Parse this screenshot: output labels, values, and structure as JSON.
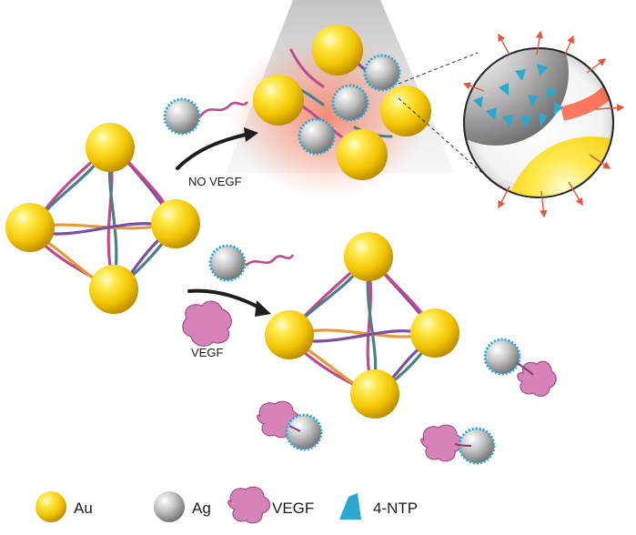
{
  "labels": {
    "no_vegf": "NO VEGF",
    "vegf": "VEGF"
  },
  "legend": {
    "gold": "Au",
    "silver": "Ag",
    "vegf": "VEGF",
    "ntp": "4-NTP"
  },
  "colors": {
    "gold": "#f2c400",
    "silver": "#9a9a9a",
    "vegf": "#d783b8",
    "ntp": "#2aa8cf",
    "raman_arrow": "#e8553a",
    "hotspot": "#ff4020"
  }
}
